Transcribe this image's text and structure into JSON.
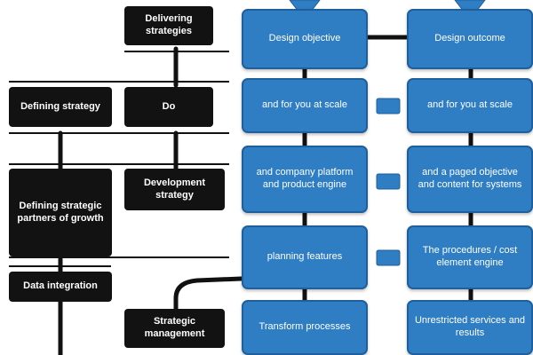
{
  "diagram": {
    "colors": {
      "dark_box": "#121212",
      "blue_box": "#2f7dc2",
      "blue_border": "#1f5f9c",
      "connector": "#111111"
    },
    "left_tree": {
      "nodes": [
        {
          "id": "top",
          "label": "Delivering strategies"
        },
        {
          "id": "a1",
          "label": "Defining strategy"
        },
        {
          "id": "a2",
          "label": "Do"
        },
        {
          "id": "b1",
          "label": "Defining strategic partners of growth"
        },
        {
          "id": "b2",
          "label": "Development strategy"
        },
        {
          "id": "c1",
          "label": "Data integration"
        },
        {
          "id": "c2",
          "label": "Strategic management"
        }
      ]
    },
    "right_grid": {
      "columns": [
        {
          "id": "col1",
          "boxes": [
            {
              "label": "Design objective"
            },
            {
              "label": "and for you at scale"
            },
            {
              "label": "and company platform and product engine"
            },
            {
              "label": "planning features"
            },
            {
              "label": "Transform processes"
            }
          ]
        },
        {
          "id": "col2",
          "boxes": [
            {
              "label": "Design outcome"
            },
            {
              "label": "and for you at scale"
            },
            {
              "label": "and a paged objective and content for systems"
            },
            {
              "label": "The procedures / cost element engine"
            },
            {
              "label": "Unrestricted services and results"
            }
          ]
        }
      ]
    }
  }
}
